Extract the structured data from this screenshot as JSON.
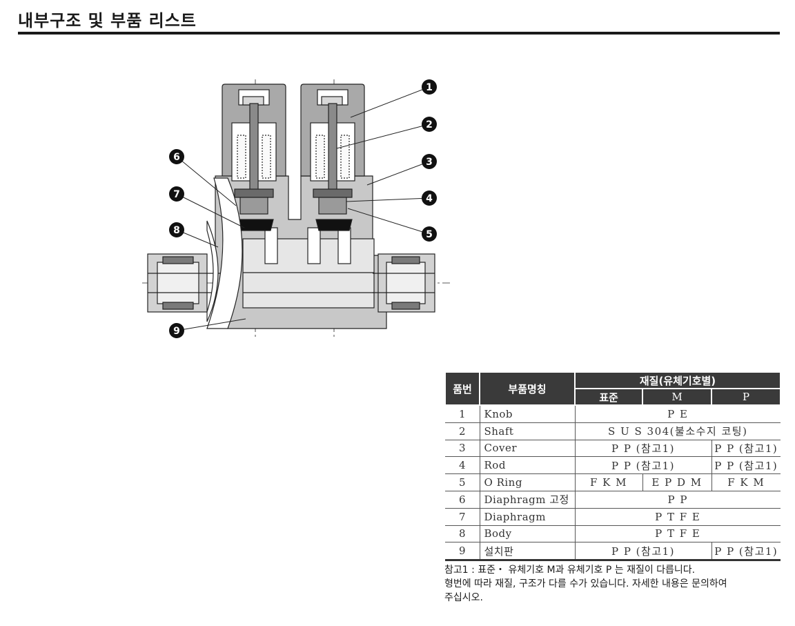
{
  "page": {
    "title": "내부구조 및 부품 리스트"
  },
  "diagram": {
    "callouts": [
      "1",
      "2",
      "3",
      "4",
      "5",
      "6",
      "7",
      "8",
      "9"
    ]
  },
  "table": {
    "headers": {
      "no": "품번",
      "name": "부품명칭",
      "material": "재질(유체기호별)",
      "std": "표준",
      "m": "M",
      "p": "P"
    },
    "rows": [
      {
        "no": "1",
        "name": "Knob",
        "std": "P E",
        "m": "",
        "p": ""
      },
      {
        "no": "2",
        "name": "Shaft",
        "std": "S U S 304(불소수지 코팅)",
        "m": "",
        "p": ""
      },
      {
        "no": "3",
        "name": "Cover",
        "std": "P P (참고1)",
        "m": "",
        "p": "P P (참고1)"
      },
      {
        "no": "4",
        "name": "Rod",
        "std": "P P (참고1)",
        "m": "",
        "p": "P P (참고1)"
      },
      {
        "no": "5",
        "name": "O Ring",
        "std": "F K M",
        "m": "E P D M",
        "p": "F K M"
      },
      {
        "no": "6",
        "name": "Diaphragm 고정",
        "std": "P P",
        "m": "",
        "p": ""
      },
      {
        "no": "7",
        "name": "Diaphragm",
        "std": "P T F E",
        "m": "",
        "p": ""
      },
      {
        "no": "8",
        "name": "Body",
        "std": "P T F E",
        "m": "",
        "p": ""
      },
      {
        "no": "9",
        "name": "설치판",
        "std": "P P (참고1)",
        "m": "",
        "p": "P P (참고1)"
      }
    ]
  },
  "notes": {
    "line1": "참고1 : 표준・ 유체기호 M과 유체기호 P 는 재질이 다릅니다.",
    "line2": "형번에 따라 재질, 구조가 다를 수가 있습니다. 자세한 내용은 문의하여",
    "line3": "주십시오."
  }
}
